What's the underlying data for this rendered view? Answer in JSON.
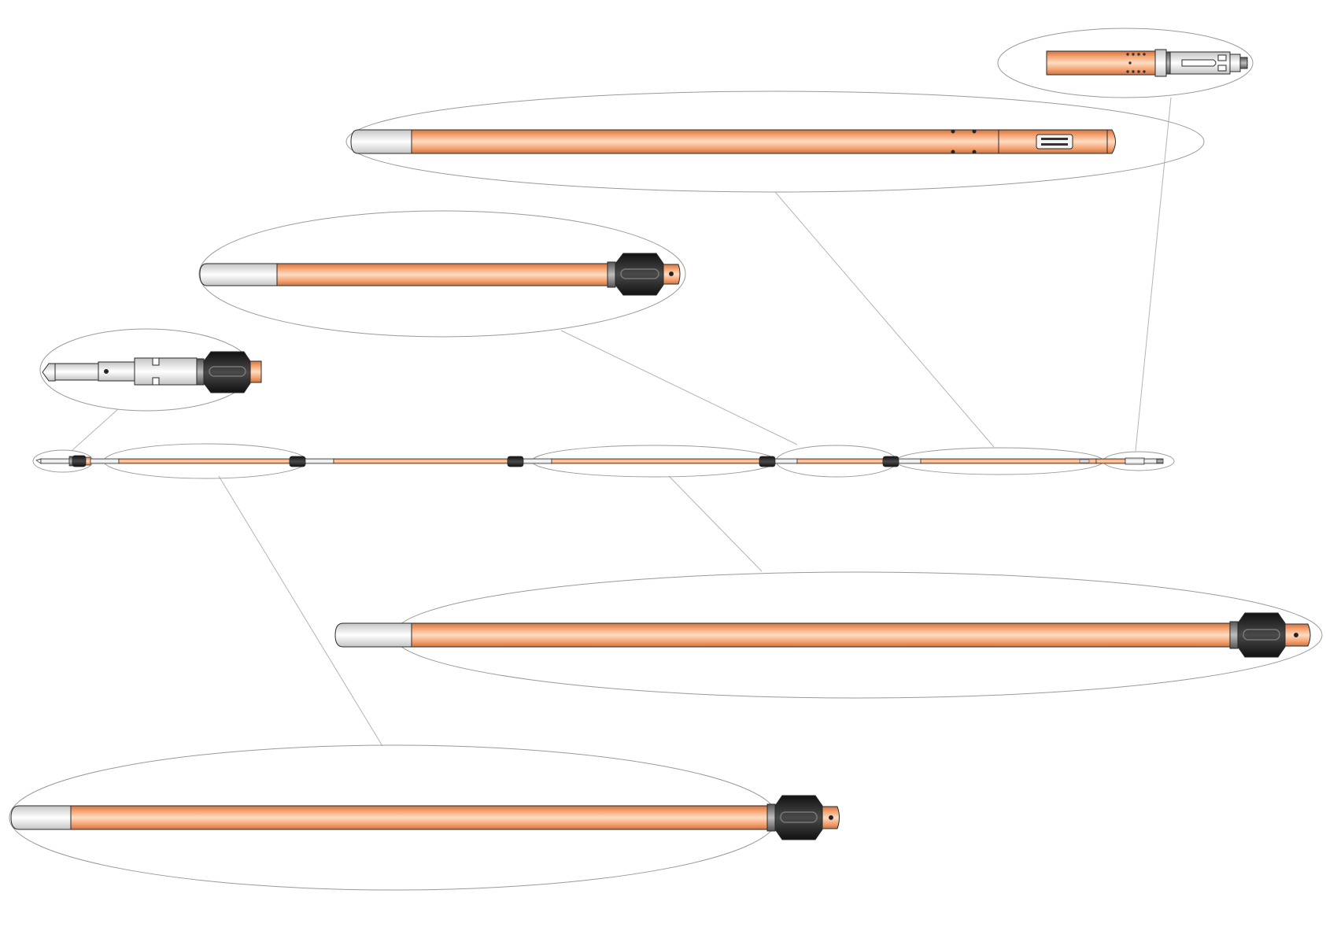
{
  "colors": {
    "background": "#ffffff",
    "leader_line": "#b4b4b4",
    "callout_outline": "#9a9a9a",
    "copper_light": "#ffdcc3",
    "copper_mid": "#f4a371",
    "copper_dark": "#cf7442",
    "steel_light": "#ffffff",
    "steel_dark": "#c4c4c4",
    "centralizer": "#262626",
    "outline": "#2a2a2a"
  },
  "string": {
    "sections": [
      "nose-tip",
      "tool-section-1",
      "tool-section-2",
      "tool-section-3",
      "tool-section-4",
      "tool-section-5",
      "top-connector"
    ]
  },
  "callouts": [
    {
      "id": "nose-tip-detail",
      "content": "nose-with-centralizer"
    },
    {
      "id": "section-2-detail",
      "content": "pipe-with-centralizer"
    },
    {
      "id": "section-4-detail",
      "content": "pipe-with-connector-plate"
    },
    {
      "id": "top-connector-detail",
      "content": "fishing-neck"
    },
    {
      "id": "section-3-detail",
      "content": "pipe-with-centralizer"
    },
    {
      "id": "section-1-detail",
      "content": "pipe-with-centralizer"
    }
  ]
}
